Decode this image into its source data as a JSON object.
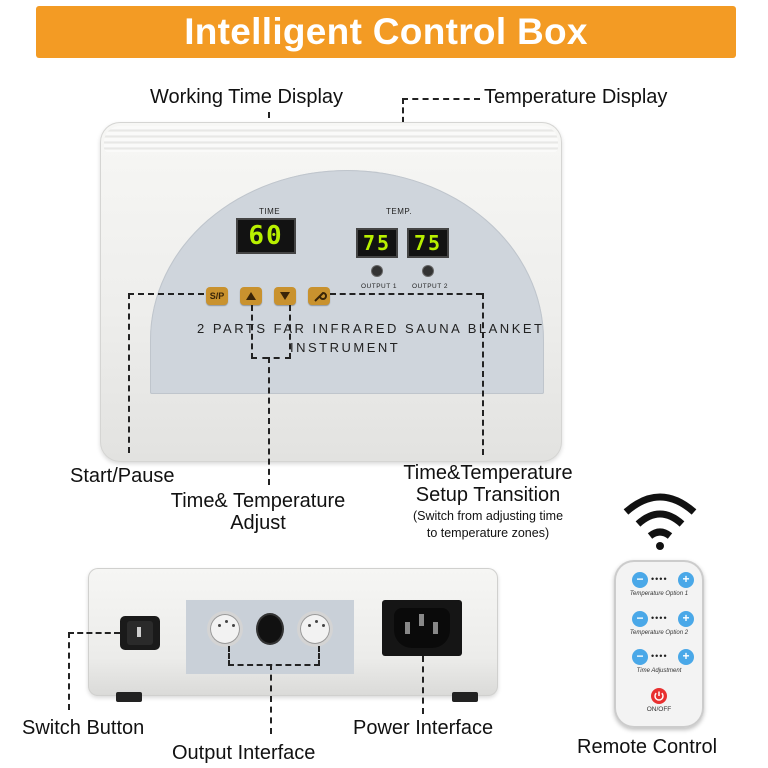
{
  "banner": {
    "title": "Intelligent Control Box"
  },
  "labels": {
    "working_time_display": "Working Time Display",
    "temperature_display": "Temperature Display",
    "start_pause": "Start/Pause",
    "time_temp_adjust_line1": "Time& Temperature",
    "time_temp_adjust_line2": "Adjust",
    "setup_transition_line1": "Time&Temperature",
    "setup_transition_line2": "Setup Transition",
    "setup_transition_note1": "(Switch from adjusting time",
    "setup_transition_note2": "to temperature zones)",
    "switch_button": "Switch Button",
    "output_interface": "Output Interface",
    "power_interface": "Power Interface",
    "remote_control": "Remote Control"
  },
  "device": {
    "time_label": "TIME",
    "time_value": "60",
    "temp_label": "TEMP.",
    "temp1_value": "75",
    "temp2_value": "75",
    "output1_label": "OUTPUT 1",
    "output2_label": "OUTPUT 2",
    "button_sp": "S/P",
    "panel_title_line1": "2 PARTS FAR INFRARED SAUNA BLANKET",
    "panel_title_line2": "INSTRUMENT"
  },
  "remote": {
    "option1": "Temperature Option 1",
    "option2": "Temperature Option 2",
    "option3": "Time Adjustment",
    "onoff": "ON/OFF",
    "minus": "−",
    "plus": "+"
  },
  "colors": {
    "banner": "#f39b24",
    "lcd_digits": "#b8f000",
    "button_gold": "#c9922e",
    "remote_blue": "#4aa8e8",
    "power_red": "#e83030"
  }
}
